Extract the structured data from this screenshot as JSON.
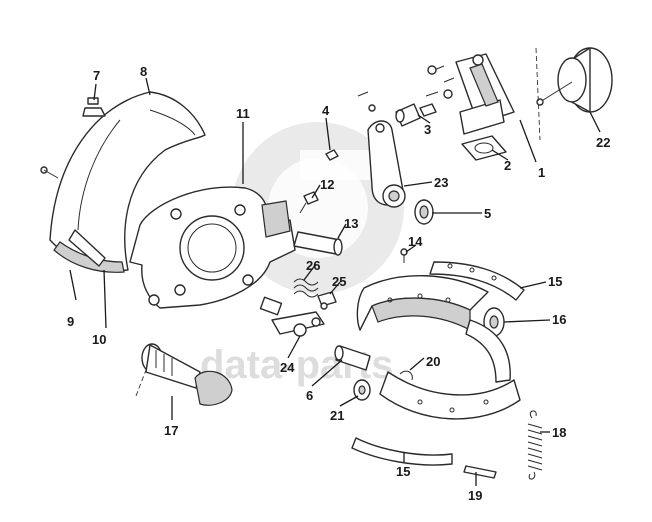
{
  "watermark": {
    "text": "data-parts"
  },
  "callouts": [
    {
      "id": "1",
      "label": "1"
    },
    {
      "id": "2",
      "label": "2"
    },
    {
      "id": "3",
      "label": "3"
    },
    {
      "id": "4",
      "label": "4"
    },
    {
      "id": "5",
      "label": "5"
    },
    {
      "id": "6",
      "label": "6"
    },
    {
      "id": "7",
      "label": "7"
    },
    {
      "id": "8",
      "label": "8"
    },
    {
      "id": "9",
      "label": "9"
    },
    {
      "id": "10",
      "label": "10"
    },
    {
      "id": "11",
      "label": "11"
    },
    {
      "id": "12",
      "label": "12"
    },
    {
      "id": "13",
      "label": "13"
    },
    {
      "id": "14",
      "label": "14"
    },
    {
      "id": "15a",
      "label": "15"
    },
    {
      "id": "15b",
      "label": "15"
    },
    {
      "id": "16",
      "label": "16"
    },
    {
      "id": "17",
      "label": "17"
    },
    {
      "id": "18",
      "label": "18"
    },
    {
      "id": "19",
      "label": "19"
    },
    {
      "id": "20",
      "label": "20"
    },
    {
      "id": "21",
      "label": "21"
    },
    {
      "id": "22",
      "label": "22"
    },
    {
      "id": "23",
      "label": "23"
    },
    {
      "id": "24",
      "label": "24"
    },
    {
      "id": "25",
      "label": "25"
    },
    {
      "id": "26",
      "label": "26"
    }
  ]
}
